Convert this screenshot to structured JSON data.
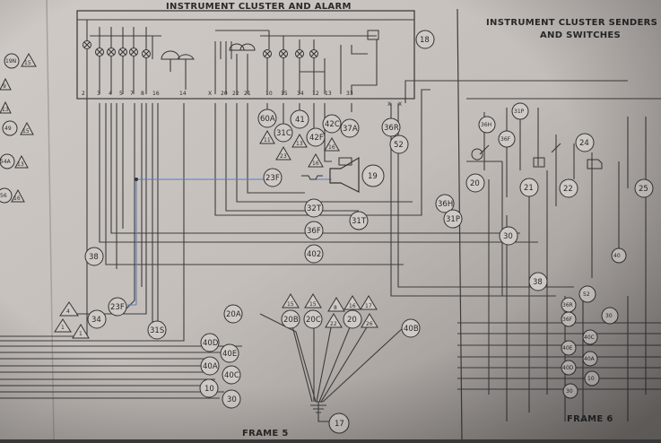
{
  "titles": {
    "main": "INSTRUMENT CLUSTER AND ALARM",
    "right_line1": "INSTRUMENT CLUSTER SENDERS",
    "right_line2": "AND SWITCHES",
    "frame_left": "FRAME 5",
    "frame_right": "FRAME 6"
  },
  "left_edge": {
    "circles": [
      "19N",
      "49",
      "54A",
      "56"
    ],
    "triangles": [
      "15",
      "9",
      "13",
      "15",
      "13",
      "16"
    ]
  },
  "pins": [
    "2",
    "3",
    "4",
    "5",
    "7",
    "8",
    "16",
    "14",
    "X",
    "20",
    "22",
    "21",
    "10",
    "15",
    "34",
    "12",
    "13",
    "33",
    "X",
    "X"
  ],
  "circles": {
    "c18": "18",
    "c60A": "60A",
    "c31C": "31C",
    "c41": "41",
    "c42F": "42F",
    "c42C": "42C",
    "c37A": "37A",
    "c36R": "36R",
    "c52": "52",
    "c19": "19",
    "c23F": "23F",
    "c32T": "32T",
    "c31T": "31T",
    "c36F": "36F",
    "c402": "402",
    "c38": "38",
    "c23F2": "23F",
    "c34": "34",
    "c31S": "31S",
    "c20A": "20A",
    "c40D": "40D",
    "c40E": "40E",
    "c40A": "40A",
    "c40C": "40C",
    "c10": "10",
    "c30": "30",
    "c20B": "20B",
    "c20C": "20C",
    "c20": "20",
    "c40B": "40B",
    "c17": "17",
    "c36H": "36H",
    "c31P": "31P",
    "c20r": "20",
    "c21": "21",
    "c22": "22",
    "c24": "24",
    "c25": "25",
    "c36Hb": "36H",
    "c31Pb": "31P",
    "c36F2": "36F",
    "c30r": "30",
    "c38r": "38",
    "c52r": "52",
    "c30r2": "30",
    "c36Fr": "36F",
    "c36Rr": "36R",
    "c40Cr": "40C",
    "c40Er": "40E",
    "c40Ar": "40A",
    "c40Dr": "40D",
    "c10r": "10",
    "c30r3": "30",
    "c40r": "40"
  },
  "triangles": {
    "t11": "11",
    "t23": "23",
    "t13": "13",
    "t16": "16",
    "t16b": "16",
    "t4": "4",
    "t1": "1",
    "t1b": "1",
    "t15a": "15",
    "t15b": "15",
    "t8": "8",
    "t16c": "16",
    "t17": "17",
    "t22": "22",
    "t26": "26"
  }
}
